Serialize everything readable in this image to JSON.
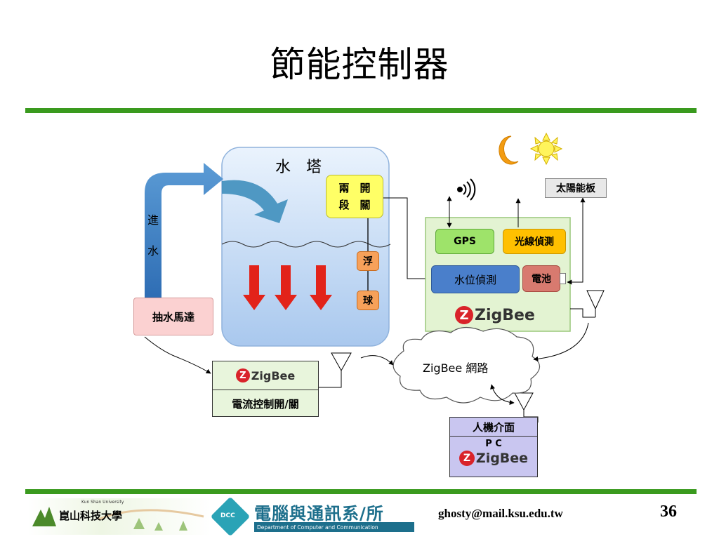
{
  "slide": {
    "title": "節能控制器",
    "page_number": "36",
    "email": "ghosty@mail.ksu.edu.tw"
  },
  "diagram": {
    "water_tower_label": "水　塔",
    "inflow_label_1": "進",
    "inflow_label_2": "水",
    "switch_line1": "兩　開",
    "switch_line2": "段　關",
    "float_1": "浮",
    "float_2": "球",
    "pump_label": "抽水馬達",
    "gps_label": "GPS",
    "light_detect_label": "光線偵測",
    "water_level_label": "水位偵測",
    "battery_label": "電池",
    "zigbee_brand": "ZigBee",
    "solar_panel_label": "太陽能板",
    "network_label": "ZigBee 網路",
    "current_control_label": "電流控制開/關",
    "hmi_title": "人機介面",
    "hmi_pc": "P C"
  },
  "footer": {
    "university_en": "Kun Shan University",
    "university_cn": "崑山科技大學",
    "dept_cn": "電腦與通訊系/所",
    "dept_en": "Department of Computer and Communication",
    "dept_badge": "DCC"
  },
  "colors": {
    "accent_green": "#3a9a1e",
    "tank_blue": "#b9d3f2",
    "arrow_red": "#e2231a",
    "gps_green": "#9ee36a",
    "light_orange": "#ffc000",
    "level_blue": "#4a7fcb",
    "battery_red": "#d87a6f",
    "panel_green": "#e3f3d2",
    "hmi_purple": "#c9c6f0"
  }
}
